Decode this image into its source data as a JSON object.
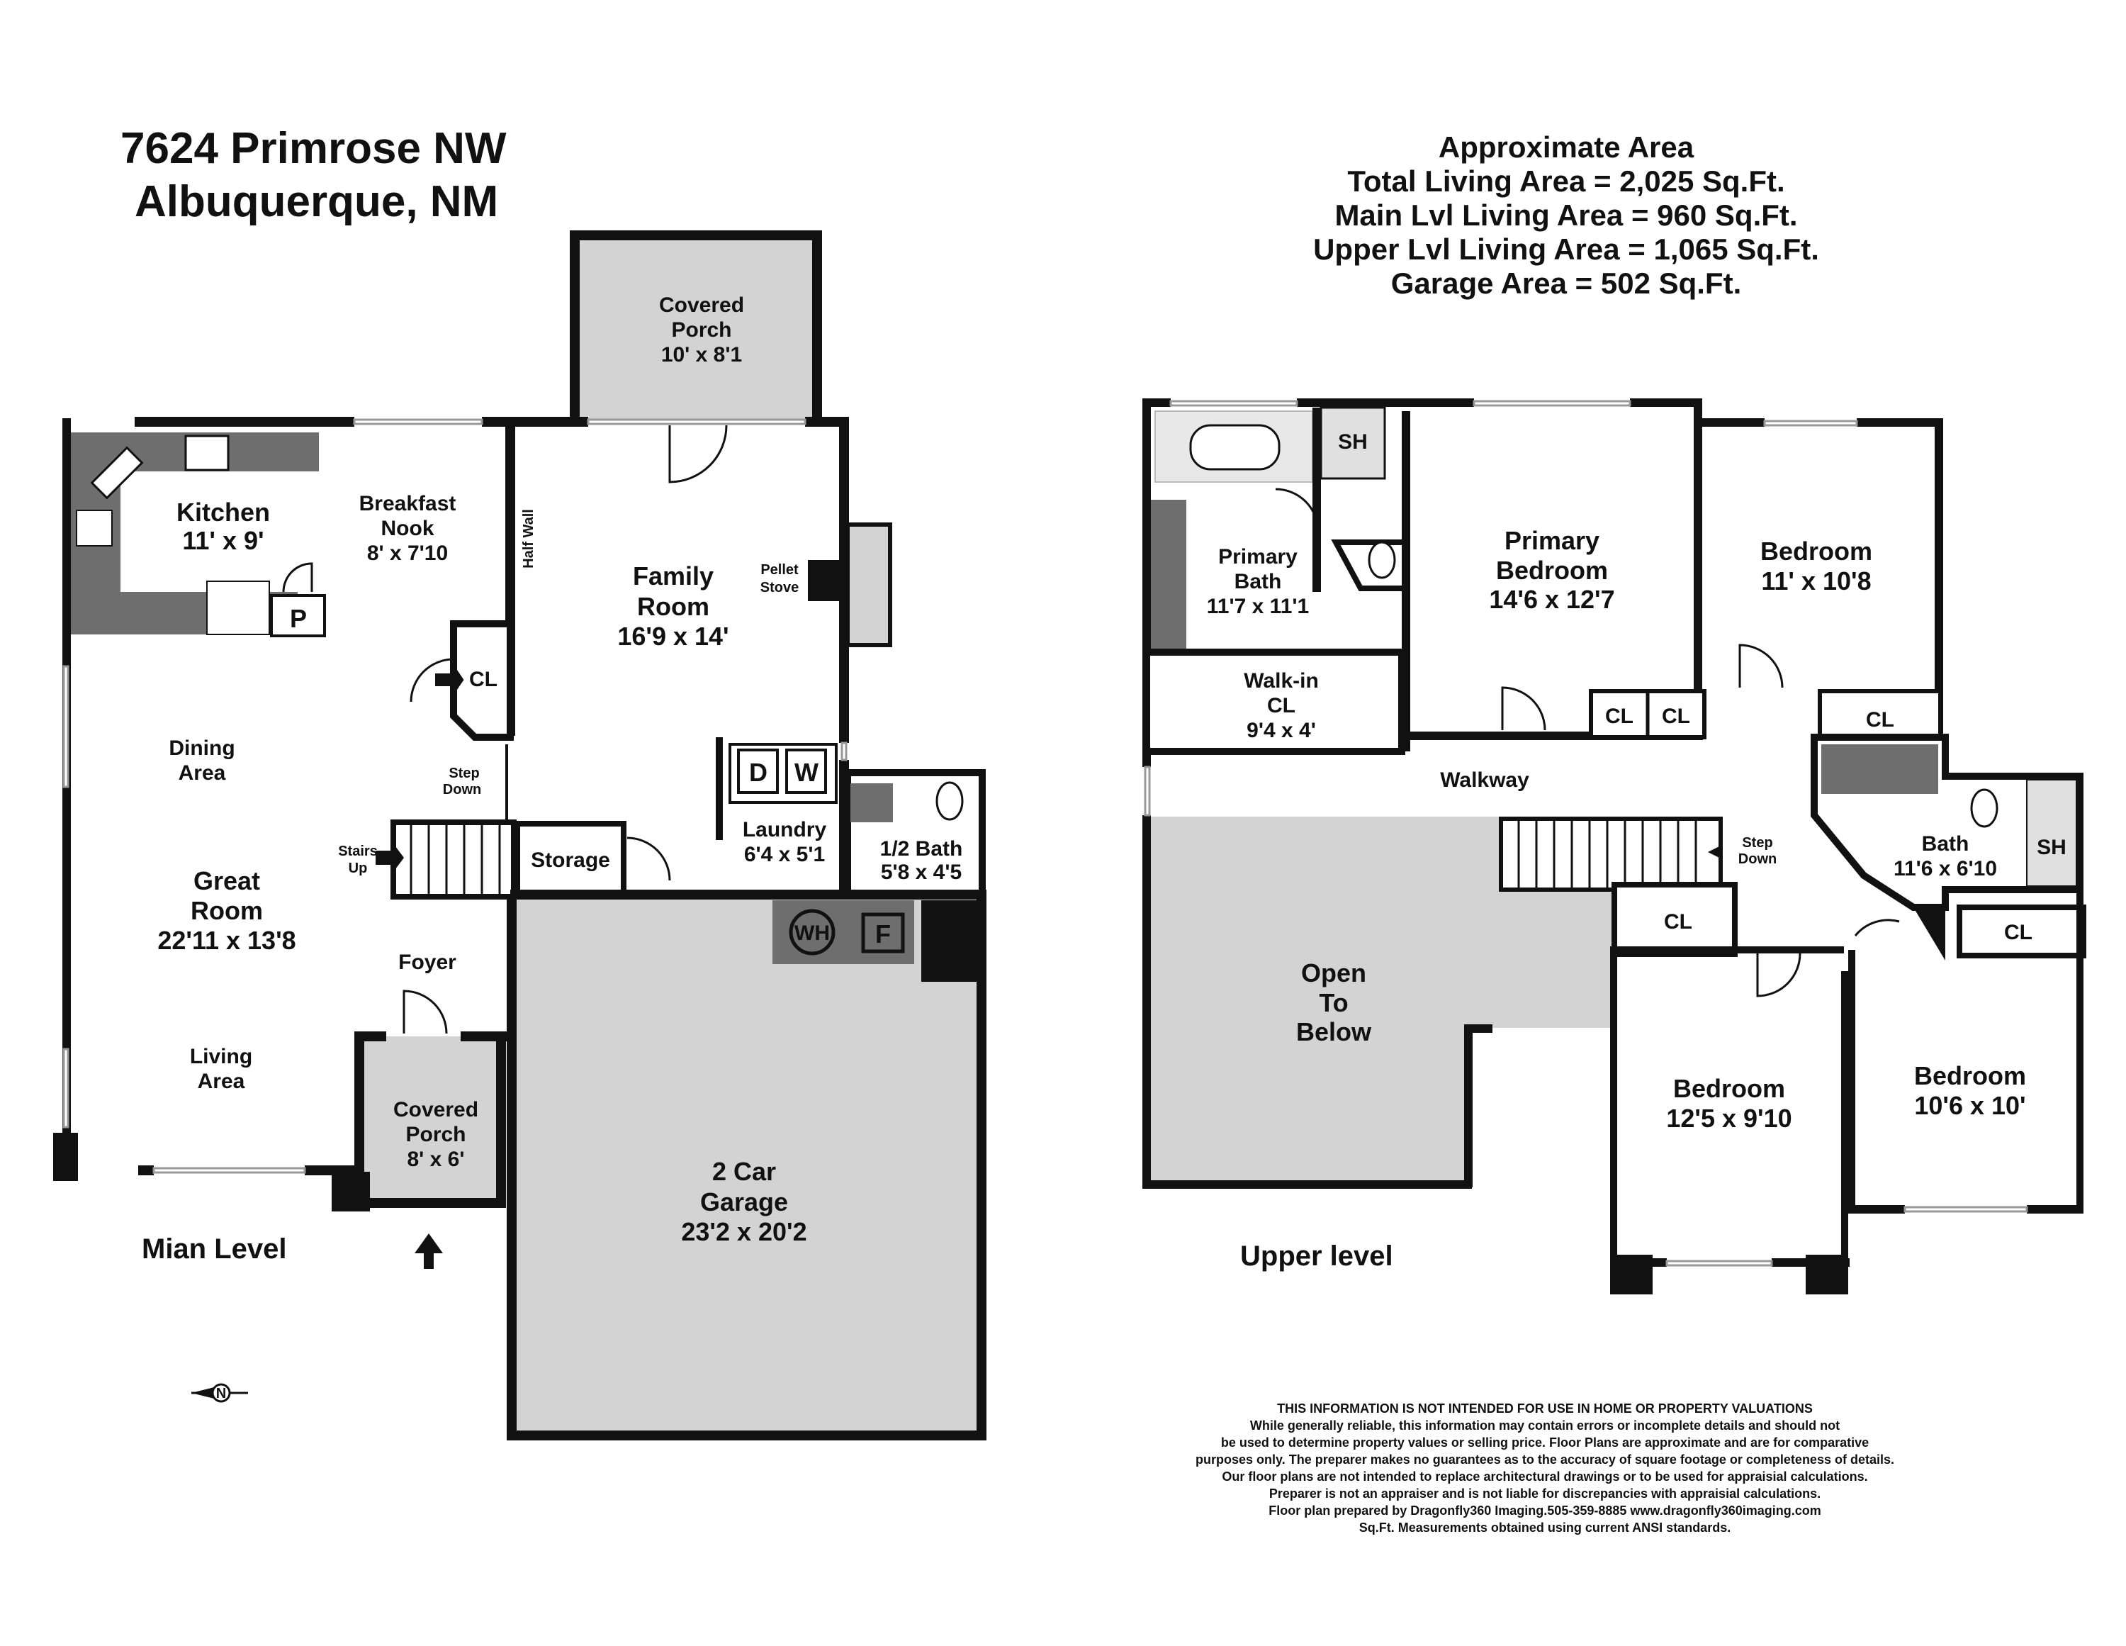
{
  "header": {
    "address_line1": "7624 Primrose NW",
    "address_line2": "Albuquerque, NM"
  },
  "area_summary": {
    "title": "Approximate Area",
    "total": "Total Living Area = 2,025 Sq.Ft.",
    "main": "Main Lvl Living Area = 960 Sq.Ft.",
    "upper": "Upper Lvl Living Area = 1,065 Sq.Ft.",
    "garage": "Garage Area = 502 Sq.Ft."
  },
  "main_level": {
    "label": "Mian Level",
    "kitchen": {
      "name": "Kitchen",
      "dim": "11' x 9'"
    },
    "breakfast": {
      "name1": "Breakfast",
      "name2": "Nook",
      "dim": "8' x 7'10"
    },
    "half_wall": "Half Wall",
    "covered_porch_back": {
      "name1": "Covered",
      "name2": "Porch",
      "dim": "10' x 8'1"
    },
    "family": {
      "name1": "Family",
      "name2": "Room",
      "dim": "16'9 x 14'"
    },
    "pellet": {
      "l1": "Pellet",
      "l2": "Stove"
    },
    "pantry": "P",
    "closet": "CL",
    "dining": {
      "l1": "Dining",
      "l2": "Area"
    },
    "step_down": {
      "l1": "Step",
      "l2": "Down"
    },
    "stairs_up": {
      "l1": "Stairs",
      "l2": "Up"
    },
    "great": {
      "name1": "Great",
      "name2": "Room",
      "dim": "22'11 x 13'8"
    },
    "storage": "Storage",
    "laundry": {
      "name": "Laundry",
      "dim": "6'4 x 5'1",
      "dryer": "D",
      "washer": "W"
    },
    "half_bath": {
      "name": "1/2 Bath",
      "dim": "5'8 x 4'5"
    },
    "foyer": "Foyer",
    "living": {
      "l1": "Living",
      "l2": "Area"
    },
    "covered_porch_front": {
      "name1": "Covered",
      "name2": "Porch",
      "dim": "8' x 6'"
    },
    "garage": {
      "name1": "2 Car",
      "name2": "Garage",
      "dim": "23'2 x 20'2",
      "wh": "WH",
      "f": "F"
    },
    "compass": "N"
  },
  "upper_level": {
    "label": "Upper level",
    "sh": "SH",
    "primary_bath": {
      "name1": "Primary",
      "name2": "Bath",
      "dim": "11'7 x 11'1"
    },
    "primary_bed": {
      "name1": "Primary",
      "name2": "Bedroom",
      "dim": "14'6 x 12'7"
    },
    "bed_ne": {
      "name": "Bedroom",
      "dim": "11' x 10'8"
    },
    "walkin": {
      "name1": "Walk-in",
      "name2": "CL",
      "dim": "9'4 x 4'"
    },
    "closet": "CL",
    "walkway": "Walkway",
    "step_down": {
      "l1": "Step",
      "l2": "Down"
    },
    "bath": {
      "name": "Bath",
      "dim": "11'6 x 6'10"
    },
    "open_below": {
      "l1": "Open",
      "l2": "To",
      "l3": "Below"
    },
    "bed_mid": {
      "name": "Bedroom",
      "dim": "12'5 x 9'10"
    },
    "bed_se": {
      "name": "Bedroom",
      "dim": "10'6 x 10'"
    }
  },
  "disclaimer": [
    "THIS INFORMATION IS NOT INTENDED FOR USE IN HOME OR PROPERTY VALUATIONS",
    "While generally reliable, this information may contain errors or incomplete details and should not",
    "be used to determine property values or selling price. Floor Plans are approximate and are for comparative",
    "purposes only. The preparer makes no guarantees as to the accuracy of square footage or completeness of details.",
    "Our floor plans are not intended to replace architectural drawings or to be used for appraisial calculations.",
    "Preparer is not an appraiser and is not liable for discrepancies with appraisial calculations.",
    "Floor plan prepared by Dragonfly360 Imaging.505-359-8885  www.dragonfly360imaging.com",
    "Sq.Ft. Measurements obtained using current ANSI standards."
  ]
}
